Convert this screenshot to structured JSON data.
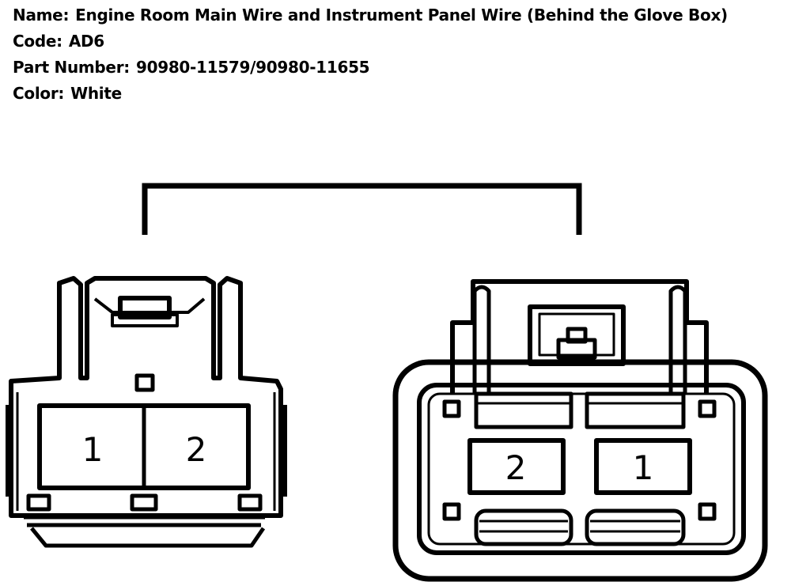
{
  "connector": {
    "name_label": "Name:",
    "name_value": "Engine Room Main Wire and Instrument Panel Wire (Behind the Glove Box)",
    "code_label": "Code:",
    "code_value": "AD6",
    "part_number_label": "Part Number:",
    "part_number_value": "90980-11579/90980-11655",
    "color_label": "Color:",
    "color_value": "White"
  },
  "left_connector": {
    "pins": [
      "1",
      "2"
    ]
  },
  "right_connector": {
    "pins": [
      "2",
      "1"
    ]
  }
}
